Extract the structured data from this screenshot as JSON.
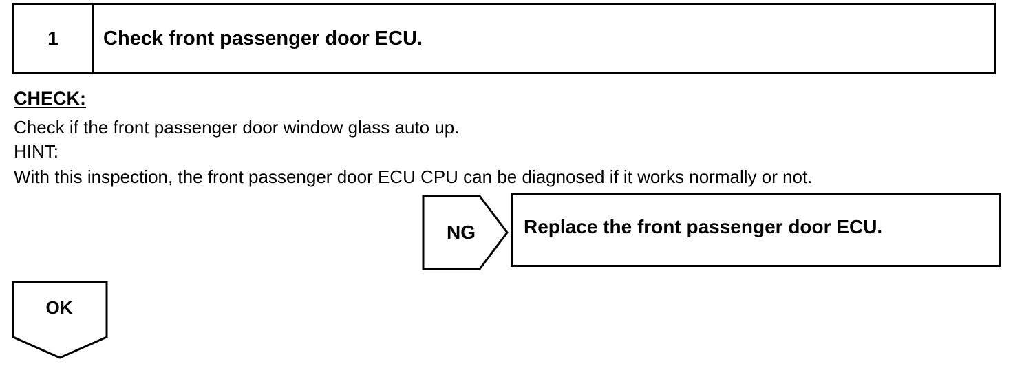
{
  "step": {
    "number": "1",
    "title": "Check front passenger door ECU."
  },
  "check": {
    "heading": "CHECK:",
    "instruction": "Check if the front passenger door window glass auto up.",
    "hint_label": "HINT:",
    "hint_text": "With this inspection, the front passenger door ECU CPU can be diagnosed if it works normally or not."
  },
  "ng_branch": {
    "label": "NG",
    "action": "Replace the front passenger door ECU."
  },
  "ok_branch": {
    "label": "OK"
  }
}
